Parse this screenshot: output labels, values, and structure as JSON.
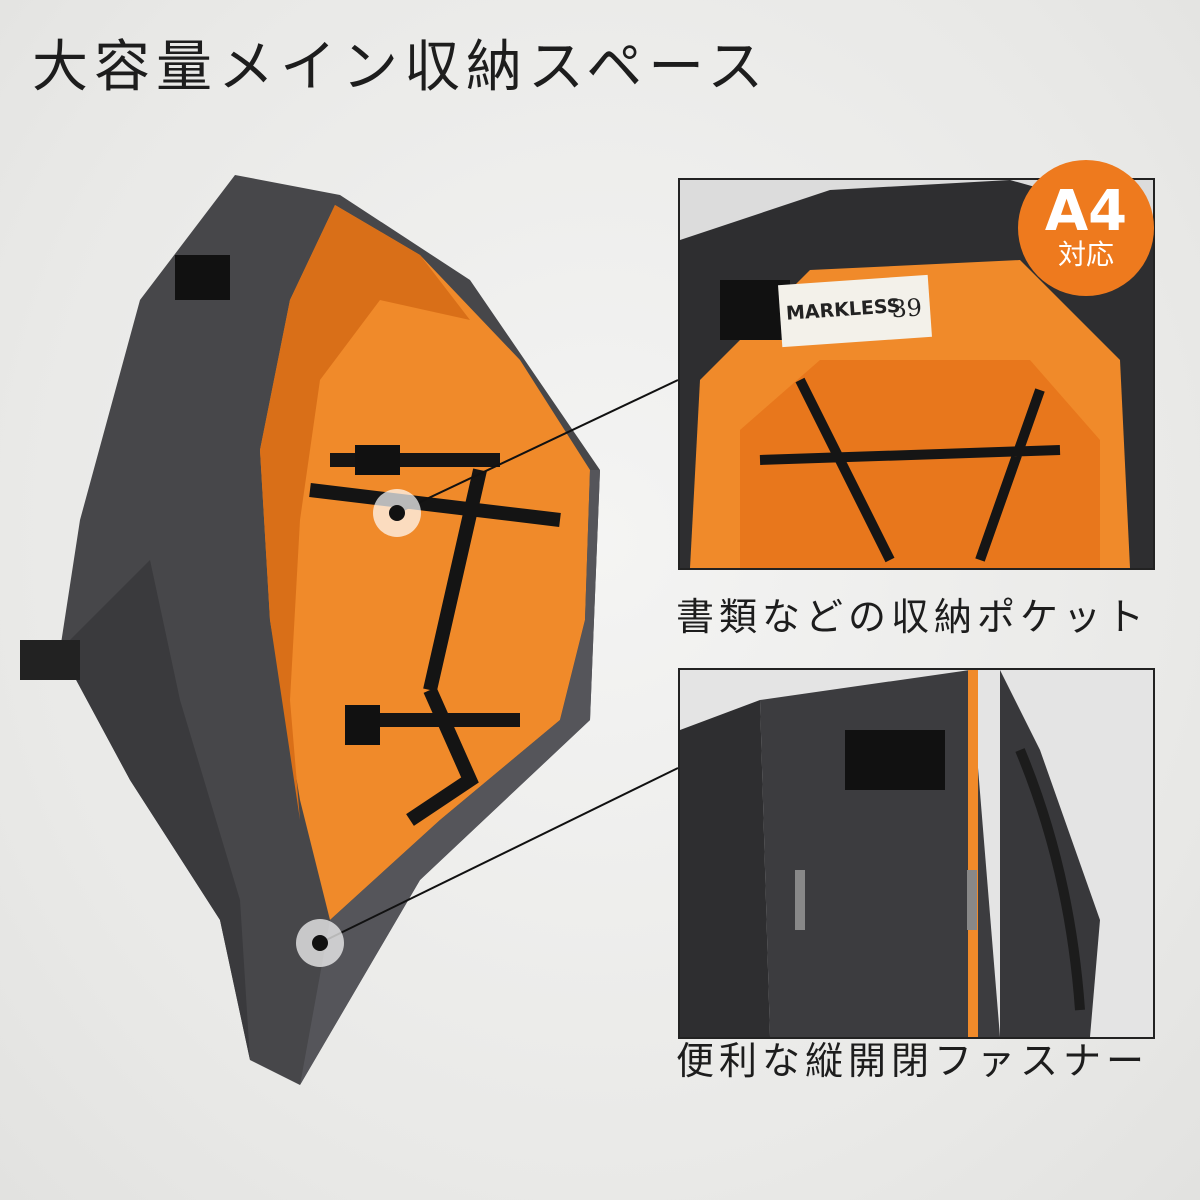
{
  "title": "大容量メイン収納スペース",
  "badge": {
    "main": "A4",
    "sub": "対応",
    "color": "#ee7a1e"
  },
  "captions": {
    "pocket": "書類などの収納ポケット",
    "zipper": "便利な縦開閉ファスナー"
  },
  "magazine": {
    "title": "MARKLESS",
    "number": "39"
  },
  "colors": {
    "bag": "#4a4a4d",
    "lining": "#f08a2a",
    "strap": "#141414"
  }
}
